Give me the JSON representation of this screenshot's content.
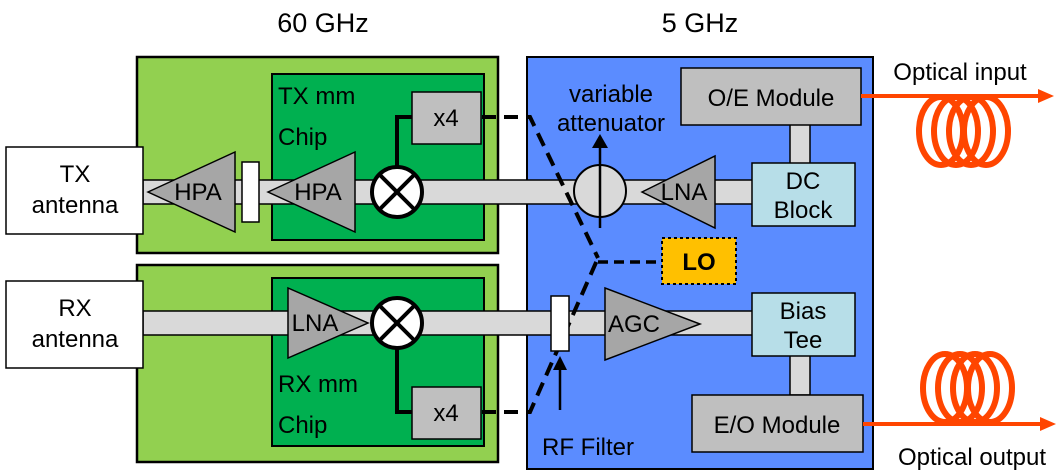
{
  "headers": {
    "left_band": "60 GHz",
    "right_band": "5 GHz"
  },
  "antennas": {
    "tx": {
      "line1": "TX",
      "line2": "antenna"
    },
    "rx": {
      "line1": "RX",
      "line2": "antenna"
    }
  },
  "tx_chip": {
    "line1": "TX mm",
    "line2": "Chip"
  },
  "rx_chip": {
    "line1": "RX mm",
    "line2": "Chip"
  },
  "amplifiers": {
    "hpa": "HPA",
    "lna": "LNA",
    "agc": "AGC"
  },
  "multiplier": "x4",
  "modules": {
    "oe": "O/E Module",
    "eo": "E/O Module",
    "dc_block": {
      "line1": "DC",
      "line2": "Block"
    },
    "bias_tee": {
      "line1": "Bias",
      "line2": "Tee"
    },
    "lo": "LO"
  },
  "annotations": {
    "variable_attenuator": {
      "line1": "variable",
      "line2": "attenuator"
    },
    "rf_filter": "RF Filter",
    "optical_input": "Optical input",
    "optical_output": "Optical output"
  },
  "colors": {
    "outer_green": "#92d050",
    "inner_green": "#00b050",
    "blue_panel": "#5b8cff",
    "gray_block": "#bfbfbf",
    "light_cyan": "#b7dee8",
    "lo_orange": "#ffc000",
    "fiber_red": "#ff4500",
    "path_gray": "#d9d9d9"
  }
}
